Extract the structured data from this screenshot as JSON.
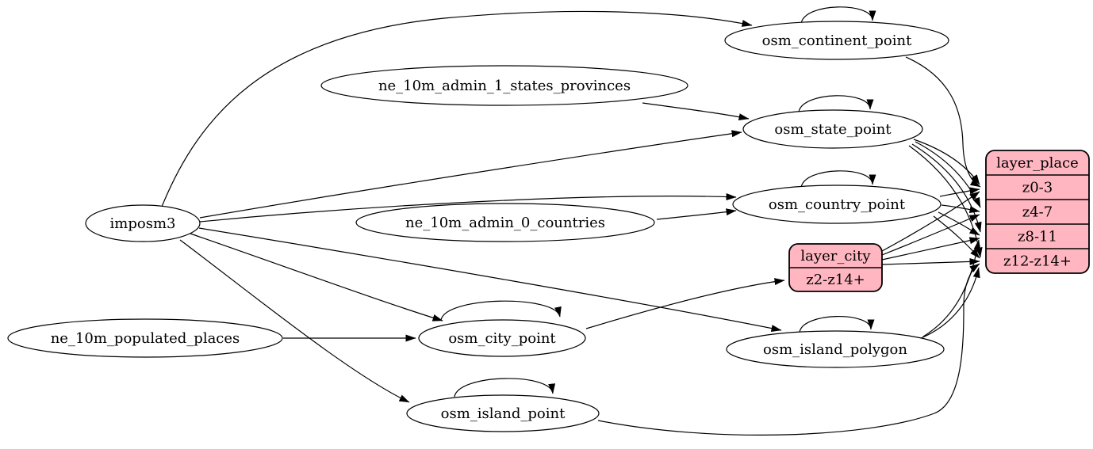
{
  "diagram": {
    "kind": "etl-graph",
    "colors": {
      "background": "#ffffff",
      "node_fill": "#ffffff",
      "record_fill": "#ffb6c1",
      "stroke": "#000000"
    },
    "nodes": [
      {
        "id": "imposm3",
        "label": "imposm3"
      },
      {
        "id": "ne_10m_populated_places",
        "label": "ne_10m_populated_places"
      },
      {
        "id": "ne_10m_admin_1_states_provinces",
        "label": "ne_10m_admin_1_states_provinces"
      },
      {
        "id": "ne_10m_admin_0_countries",
        "label": "ne_10m_admin_0_countries"
      },
      {
        "id": "osm_continent_point",
        "label": "osm_continent_point"
      },
      {
        "id": "osm_state_point",
        "label": "osm_state_point"
      },
      {
        "id": "osm_country_point",
        "label": "osm_country_point"
      },
      {
        "id": "osm_city_point",
        "label": "osm_city_point"
      },
      {
        "id": "osm_island_polygon",
        "label": "osm_island_polygon"
      },
      {
        "id": "osm_island_point",
        "label": "osm_island_point"
      }
    ],
    "records": [
      {
        "id": "layer_city",
        "title": "layer_city",
        "rows": [
          "z2-z14+"
        ]
      },
      {
        "id": "layer_place",
        "title": "layer_place",
        "rows": [
          "z0-3",
          "z4-7",
          "z8-11",
          "z12-z14+"
        ]
      }
    ],
    "edges": [
      {
        "from": "imposm3",
        "to": "osm_continent_point"
      },
      {
        "from": "imposm3",
        "to": "osm_state_point"
      },
      {
        "from": "imposm3",
        "to": "osm_country_point"
      },
      {
        "from": "imposm3",
        "to": "osm_city_point"
      },
      {
        "from": "imposm3",
        "to": "osm_island_polygon"
      },
      {
        "from": "imposm3",
        "to": "osm_island_point"
      },
      {
        "from": "ne_10m_admin_1_states_provinces",
        "to": "osm_state_point"
      },
      {
        "from": "ne_10m_admin_0_countries",
        "to": "osm_country_point"
      },
      {
        "from": "ne_10m_populated_places",
        "to": "osm_city_point"
      },
      {
        "from": "osm_continent_point",
        "to": "osm_continent_point"
      },
      {
        "from": "osm_state_point",
        "to": "osm_state_point"
      },
      {
        "from": "osm_country_point",
        "to": "osm_country_point"
      },
      {
        "from": "osm_city_point",
        "to": "osm_city_point"
      },
      {
        "from": "osm_island_polygon",
        "to": "osm_island_polygon"
      },
      {
        "from": "osm_island_point",
        "to": "osm_island_point"
      },
      {
        "from": "osm_city_point",
        "to": "layer_city:z2-z14+"
      },
      {
        "from": "osm_continent_point",
        "to": "layer_place:z0-3"
      },
      {
        "from": "osm_state_point",
        "to": "layer_place:z0-3"
      },
      {
        "from": "osm_state_point",
        "to": "layer_place:z4-7"
      },
      {
        "from": "osm_state_point",
        "to": "layer_place:z8-11"
      },
      {
        "from": "osm_state_point",
        "to": "layer_place:z12-z14+"
      },
      {
        "from": "osm_country_point",
        "to": "layer_place:z0-3"
      },
      {
        "from": "osm_country_point",
        "to": "layer_place:z4-7"
      },
      {
        "from": "osm_country_point",
        "to": "layer_place:z8-11"
      },
      {
        "from": "osm_country_point",
        "to": "layer_place:z12-z14+"
      },
      {
        "from": "layer_city",
        "to": "layer_place:z0-3"
      },
      {
        "from": "layer_city",
        "to": "layer_place:z4-7"
      },
      {
        "from": "layer_city",
        "to": "layer_place:z8-11"
      },
      {
        "from": "layer_city",
        "to": "layer_place:z12-z14+"
      },
      {
        "from": "osm_island_polygon",
        "to": "layer_place:z8-11"
      },
      {
        "from": "osm_island_polygon",
        "to": "layer_place:z12-z14+"
      },
      {
        "from": "osm_island_point",
        "to": "layer_place:z12-z14+"
      }
    ]
  }
}
